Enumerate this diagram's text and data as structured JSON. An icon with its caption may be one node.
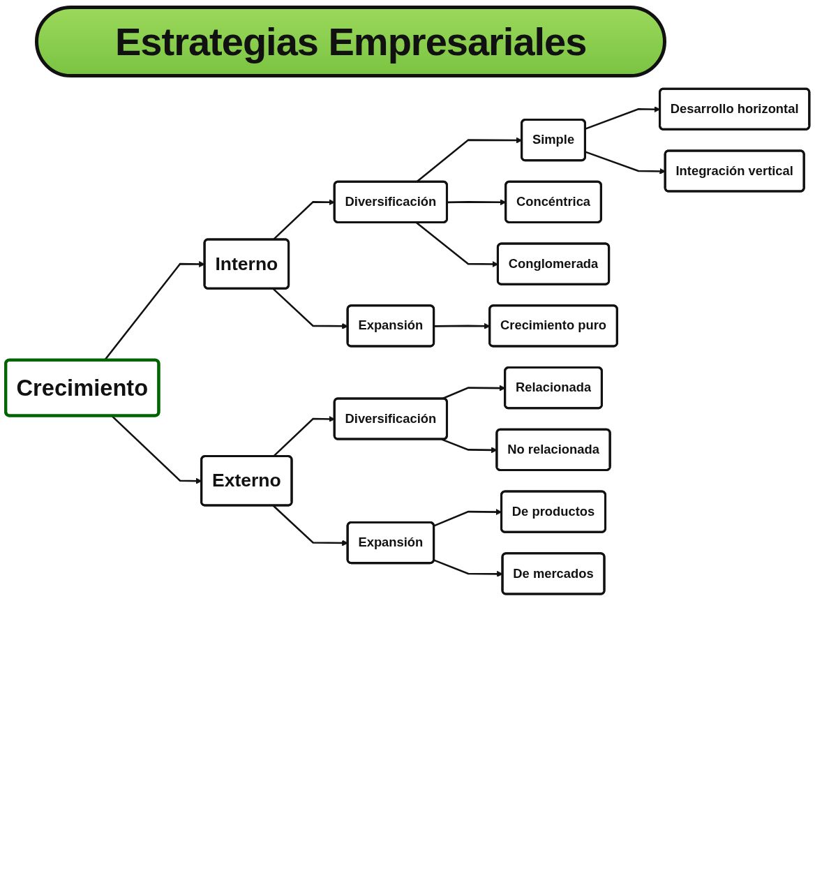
{
  "diagram": {
    "title": "Estrategias Empresariales",
    "nodes": [
      {
        "text": [
          "Crecimiento"
        ]
      },
      {
        "text": [
          "Interno"
        ]
      },
      {
        "text": [
          "Externo"
        ]
      },
      {
        "text": [
          "Diversificación"
        ]
      },
      {
        "text": [
          "Expansión"
        ]
      },
      {
        "text": [
          "Simple"
        ]
      },
      {
        "text": [
          "Concéntrica"
        ]
      },
      {
        "text": [
          "Conglomerada"
        ]
      },
      {
        "text": [
          "Desarrollo horizontal"
        ]
      },
      {
        "text": [
          "Integración vertical"
        ]
      },
      {
        "text": [
          "Crecimiento puro"
        ]
      },
      {
        "text": [
          "Diversificación"
        ]
      },
      {
        "text": [
          "Expansión"
        ]
      },
      {
        "text": [
          "Relacionada"
        ]
      },
      {
        "text": [
          "No relacionada"
        ]
      },
      {
        "text": [
          "De productos"
        ]
      },
      {
        "text": [
          "De mercados"
        ]
      }
    ],
    "edges": [
      {
        "from": 0,
        "to": 1,
        "arrow": "to"
      },
      {
        "from": 0,
        "to": 2,
        "arrow": "to"
      },
      {
        "from": 1,
        "to": 3,
        "arrow": "to"
      },
      {
        "from": 1,
        "to": 4,
        "arrow": "to"
      },
      {
        "from": 3,
        "to": 5,
        "arrow": "to"
      },
      {
        "from": 3,
        "to": 6,
        "arrow": "to"
      },
      {
        "from": 3,
        "to": 7,
        "arrow": "to"
      },
      {
        "from": 5,
        "to": 8,
        "arrow": "to"
      },
      {
        "from": 5,
        "to": 9,
        "arrow": "to"
      },
      {
        "from": 4,
        "to": 10,
        "arrow": "to"
      },
      {
        "from": 2,
        "to": 11,
        "arrow": "to"
      },
      {
        "from": 2,
        "to": 12,
        "arrow": "to"
      },
      {
        "from": 11,
        "to": 13,
        "arrow": "to"
      },
      {
        "from": 11,
        "to": 14,
        "arrow": "to"
      },
      {
        "from": 12,
        "to": 15,
        "arrow": "to"
      },
      {
        "from": 12,
        "to": 16,
        "arrow": "to"
      }
    ]
  }
}
